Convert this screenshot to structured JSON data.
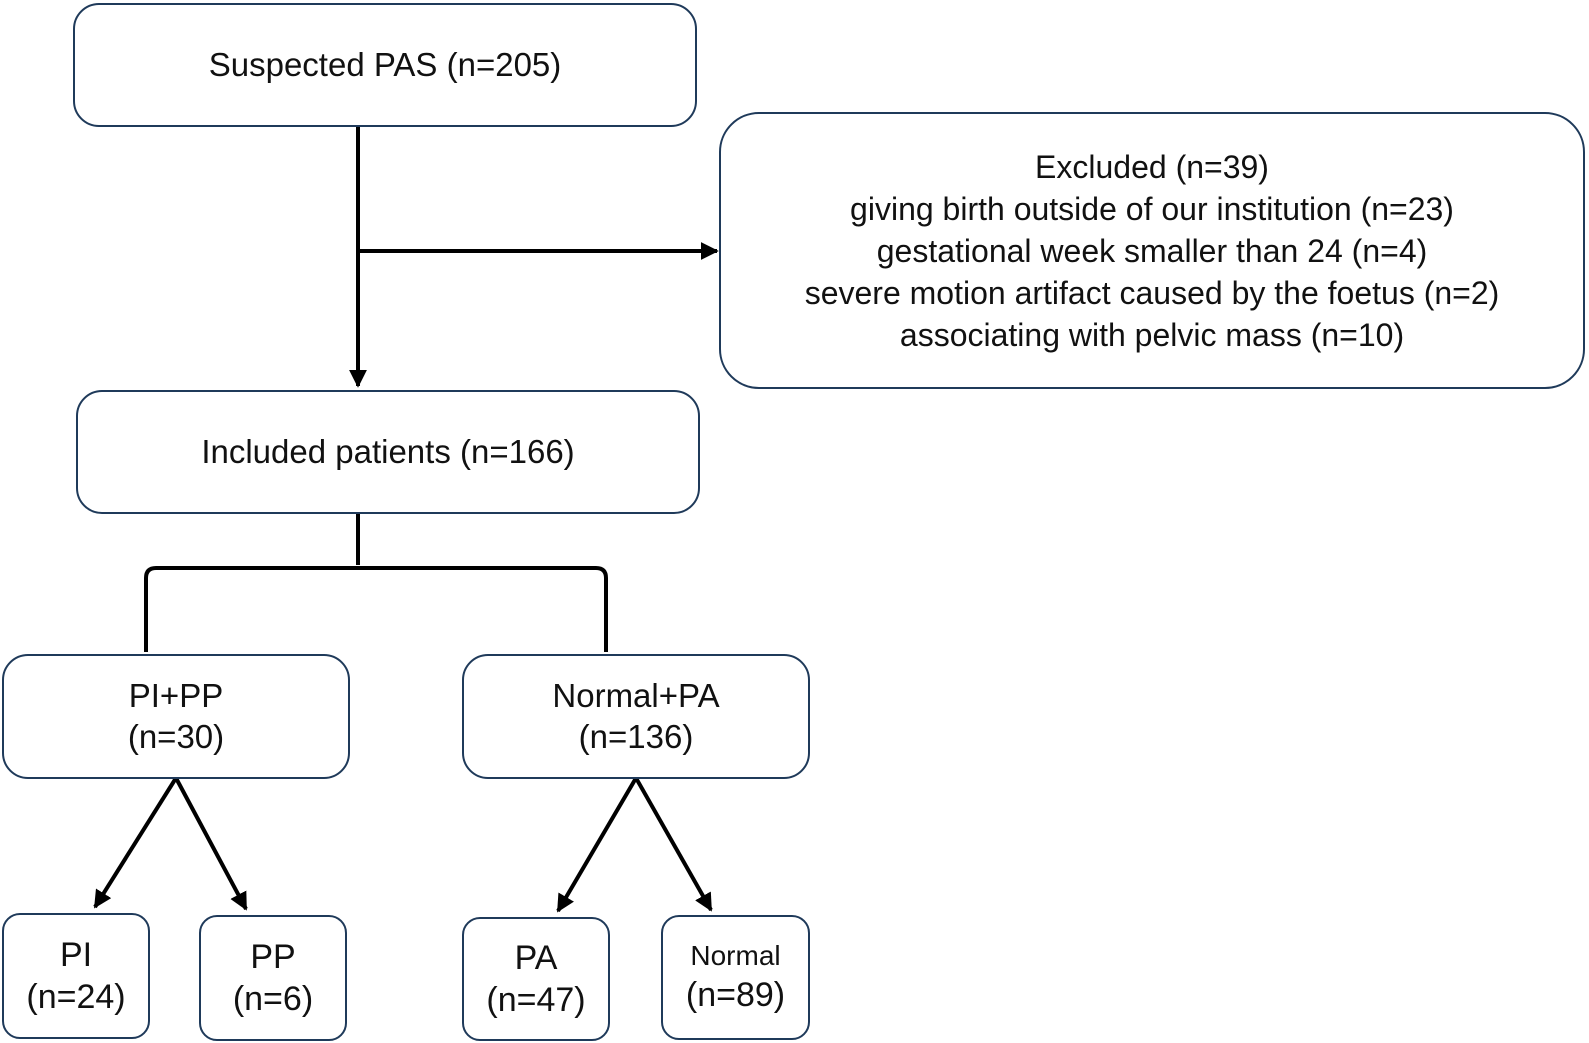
{
  "flowchart": {
    "suspected": {
      "label": "Suspected PAS (n=205)"
    },
    "excluded": {
      "title": "Excluded (n=39)",
      "reasons": [
        "giving birth outside of our institution (n=23)",
        "gestational week smaller than 24 (n=4)",
        "severe motion artifact caused by the foetus (n=2)",
        "associating with pelvic mass (n=10)"
      ]
    },
    "included": {
      "label": "Included patients (n=166)"
    },
    "groups": [
      {
        "name": "PI+PP",
        "count": "(n=30)"
      },
      {
        "name": "Normal+PA",
        "count": "(n=136)"
      }
    ],
    "subgroups": [
      {
        "name": "PI",
        "count": "(n=24)"
      },
      {
        "name": "PP",
        "count": "(n=6)"
      },
      {
        "name": "PA",
        "count": "(n=47)"
      },
      {
        "name": "Normal",
        "count": "(n=89)"
      }
    ]
  },
  "colors": {
    "box_border": "#1f3a5a",
    "arrow": "#000000",
    "text": "#111111"
  }
}
